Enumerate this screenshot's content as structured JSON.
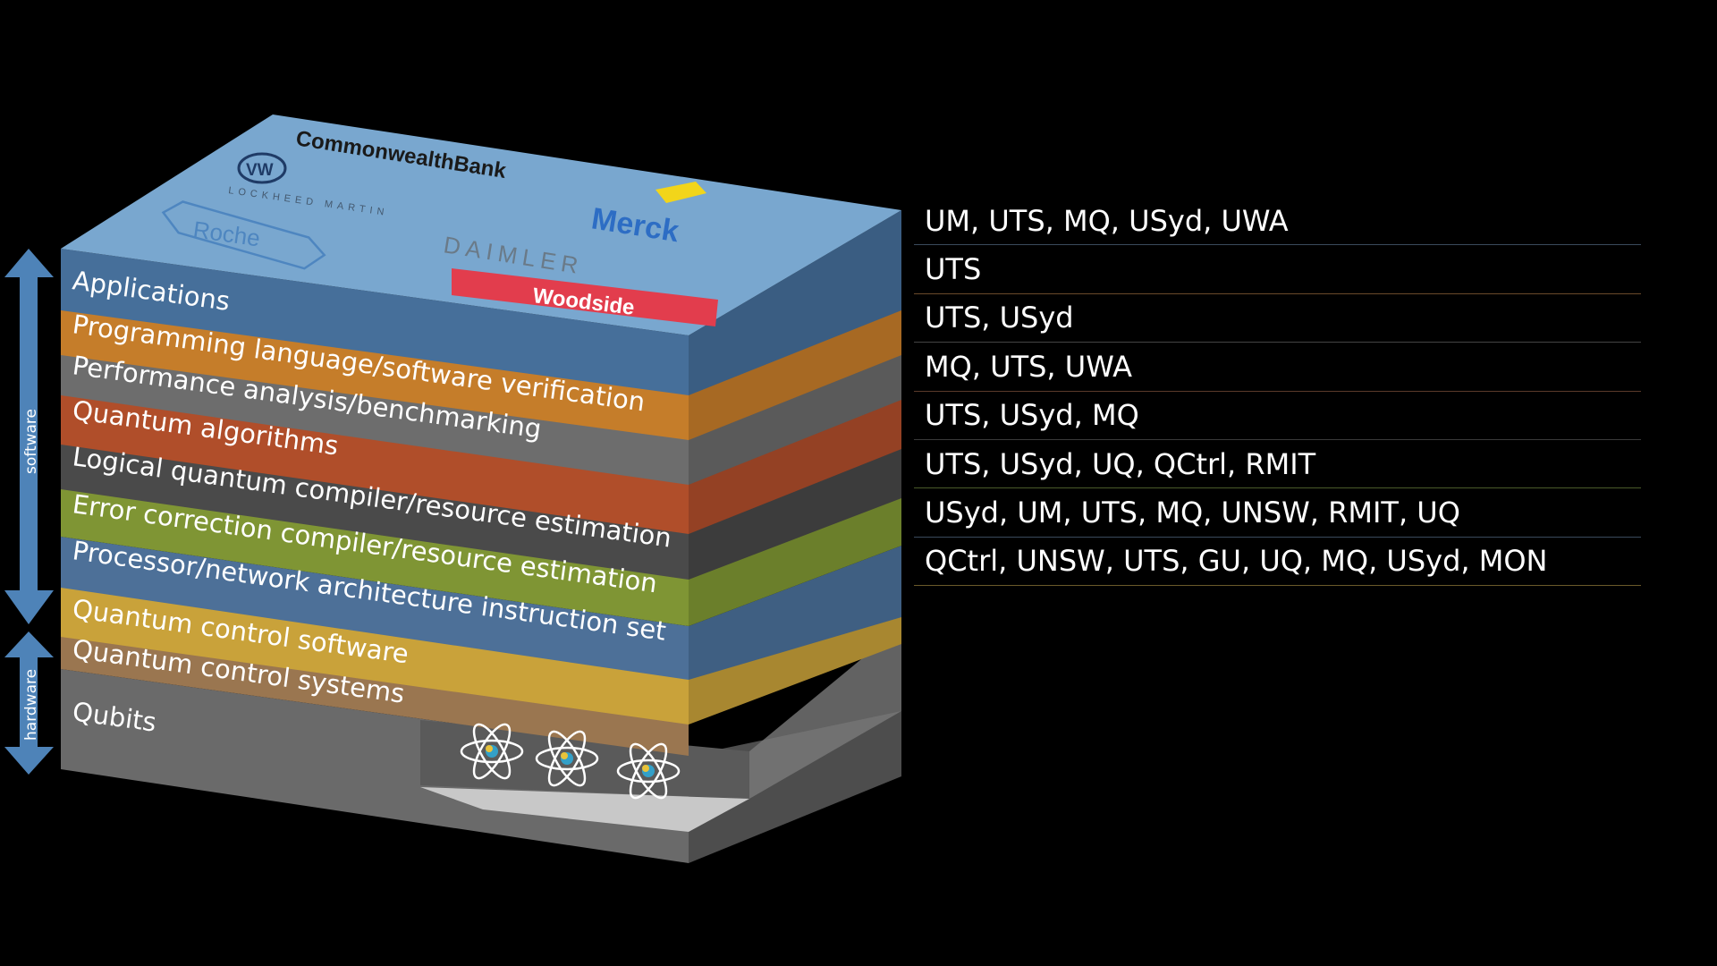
{
  "layers": [
    {
      "label": "Applications",
      "color": "#4e7aa6",
      "institutions": "UM, UTS, MQ, USyd, UWA"
    },
    {
      "label": "Programming language/software verification",
      "color": "#c57d2a",
      "institutions": "UTS"
    },
    {
      "label": "Performance analysis/benchmarking",
      "color": "#6d6d6d",
      "institutions": "UTS, USyd"
    },
    {
      "label": "Quantum algorithms",
      "color": "#b04e2a",
      "institutions": "MQ, UTS, UWA"
    },
    {
      "label": "Logical quantum compiler/resource estimation",
      "color": "#4a4a4a",
      "institutions": "UTS, USyd, MQ"
    },
    {
      "label": "Error correction compiler/resource estimation",
      "color": "#7f9534",
      "institutions": "UTS, USyd, UQ, QCtrl, RMIT"
    },
    {
      "label": "Processor/network architecture instruction set",
      "color": "#4d7098",
      "institutions": "USyd, UM, UTS, MQ, UNSW, RMIT, UQ"
    },
    {
      "label": "Quantum control software",
      "color": "#c9a23a",
      "institutions": "QCtrl, UNSW, UTS, GU, UQ, MQ, USyd, MON"
    },
    {
      "label": "Quantum control systems",
      "color": "#b0865a"
    },
    {
      "label": "Qubits",
      "color": "#6f6f6f"
    }
  ],
  "side_labels": {
    "software": "software",
    "hardware": "hardware"
  },
  "logos": {
    "commonwealth": "CommonwealthBank",
    "vw": "VW",
    "lockheed": "LOCKHEED MARTIN",
    "roche": "Roche",
    "merck": "Merck",
    "daimler": "DAIMLER",
    "woodside": "Woodside"
  },
  "row_line_colors": [
    "#3a4a5c",
    "#6a4a2a",
    "#444444",
    "#5a3a2a",
    "#3a3a3a",
    "#4a5a2a",
    "#3a4a5c",
    "#6a5a2a"
  ]
}
